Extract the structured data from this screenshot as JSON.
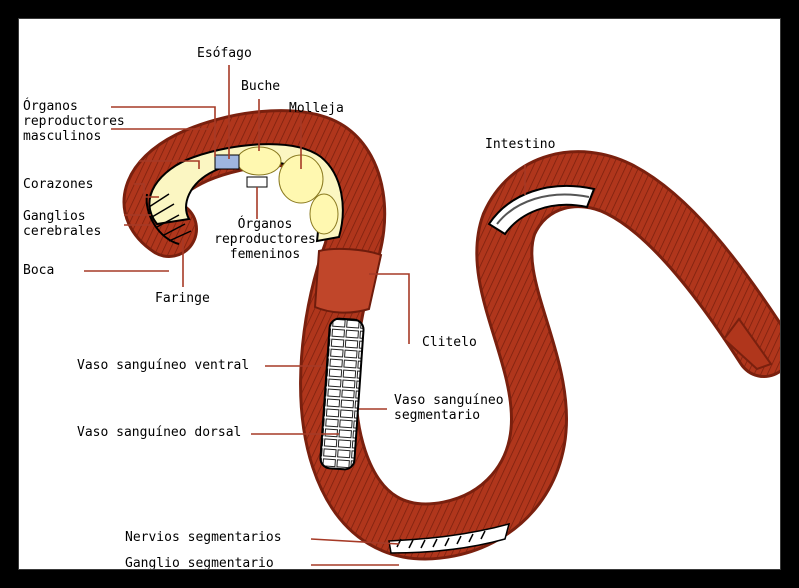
{
  "labels": {
    "esofago": "Esófago",
    "buche": "Buche",
    "molleja": "Molleja",
    "organos_masc_1": "Órganos",
    "organos_masc_2": "reproductores",
    "organos_masc_3": "masculinos",
    "corazones": "Corazones",
    "ganglios_1": "Ganglios",
    "ganglios_2": "cerebrales",
    "boca": "Boca",
    "faringe": "Faringe",
    "organos_fem_1": "Órganos",
    "organos_fem_2": "reproductores",
    "organos_fem_3": "femeninos",
    "intestino": "Intestino",
    "clitelo": "Clitelo",
    "vaso_ventral": "Vaso sanguíneo ventral",
    "vaso_seg_1": "Vaso sanguíneo",
    "vaso_seg_2": "segmentario",
    "vaso_dorsal": "Vaso sanguíneo dorsal",
    "nervios": "Nervios segmentarios",
    "ganglio_seg": "Ganglio segmentario"
  },
  "colors": {
    "frame": "#000000",
    "body": "#b0361c",
    "body_dark": "#6e1c0c",
    "interior": "#fbf6c2",
    "leader": "#a63a26"
  }
}
